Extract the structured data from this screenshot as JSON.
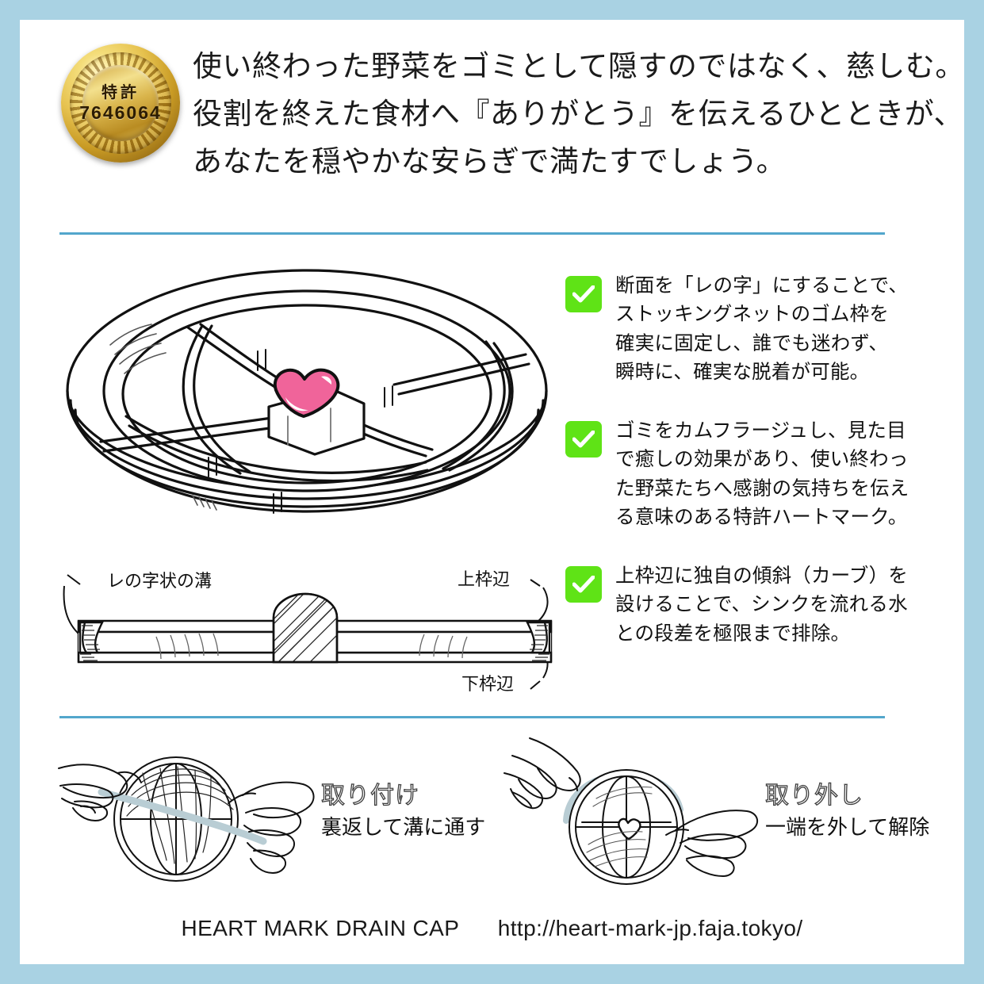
{
  "theme": {
    "border_color": "#a9d2e3",
    "rule_color": "#52a6cc",
    "check_green": "#5fe316",
    "heart_pink": "#f0649a",
    "page_bg": "#ffffff"
  },
  "badge": {
    "label": "特許",
    "number": "7646064"
  },
  "lede": {
    "line1": "使い終わった野菜をゴミとして隠すのではなく、慈しむ。",
    "line2": "役割を終えた食材へ『ありがとう』を伝えるひとときが、",
    "line3": "あなたを穏やかな安らぎで満たすでしょう。"
  },
  "cross_section": {
    "groove_label": "レの字状の溝",
    "upper_label": "上枠辺",
    "lower_label": "下枠辺"
  },
  "features": [
    {
      "icon": "check-icon",
      "lines": [
        "断面を「レの字」にすることで、",
        "ストッキングネットのゴム枠を",
        "確実に固定し、誰でも迷わず、",
        "瞬時に、確実な脱着が可能。"
      ]
    },
    {
      "icon": "check-icon",
      "lines": [
        "ゴミをカムフラージュし、見た目",
        "で癒しの効果があり、使い終わっ",
        "た野菜たちへ感謝の気持ちを伝え",
        "る意味のある特許ハートマーク。"
      ]
    },
    {
      "icon": "check-icon",
      "lines": [
        "上枠辺に独自の傾斜（カーブ）を",
        "設けることで、シンクを流れる水",
        "との段差を極限まで排除。"
      ]
    }
  ],
  "usage": {
    "attach": {
      "title": "取り付け",
      "subtitle": "裏返して溝に通す"
    },
    "detach": {
      "title": "取り外し",
      "subtitle": "一端を外して解除"
    }
  },
  "footer": {
    "brand": "HEART MARK DRAIN CAP",
    "url": "http://heart-mark-jp.faja.tokyo/"
  }
}
